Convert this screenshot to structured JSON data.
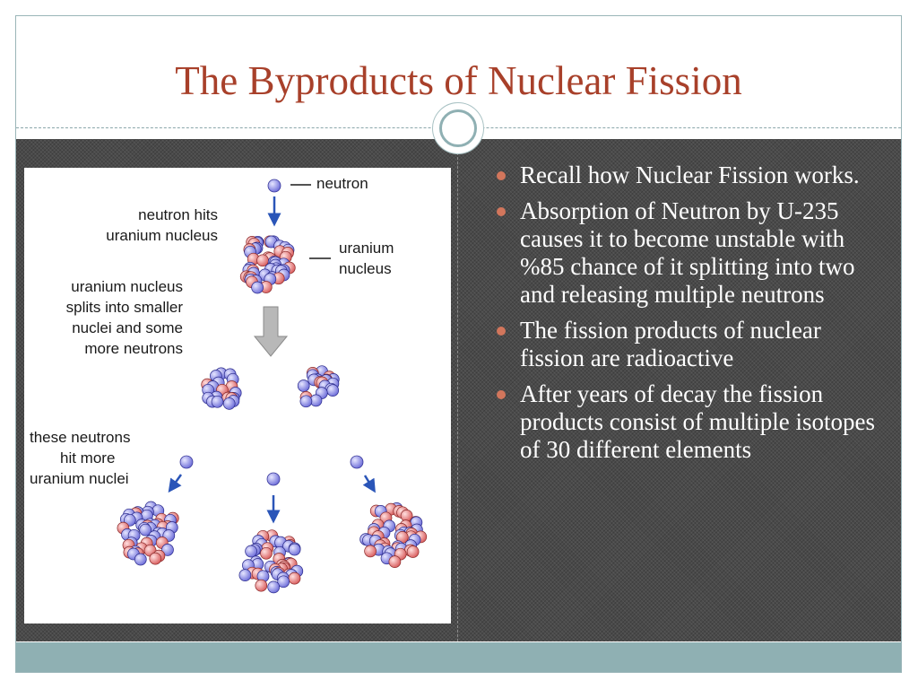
{
  "slide": {
    "title": "The Byproducts of Nuclear Fission"
  },
  "diagram": {
    "labels": {
      "neutron": "neutron",
      "neutron_hits_line1": "neutron hits",
      "neutron_hits_line2": "uranium nucleus",
      "uranium_line1": "uranium",
      "uranium_line2": "nucleus",
      "splits_line1": "uranium nucleus",
      "splits_line2": "splits into smaller",
      "splits_line3": "nuclei and some",
      "splits_line4": "more neutrons",
      "these_line1": "these neutrons",
      "these_line2": "hit more",
      "these_line3": "uranium nuclei"
    },
    "colors": {
      "neutron": "#8c8ce8",
      "proton": "#e87878",
      "arrow": "#2a55b8",
      "big_arrow": "#b0b0b0"
    }
  },
  "bullets": [
    {
      "text": "Recall how Nuclear Fission works."
    },
    {
      "text": "Absorption of Neutron by U-235 causes it to become unstable with %85 chance of it splitting into two and releasing multiple neutrons"
    },
    {
      "text": "The fission products of nuclear fission are radioactive"
    },
    {
      "text": "After years of decay the fission products consist of multiple isotopes of 30 different elements"
    }
  ],
  "theme": {
    "title_color": "#a8402a",
    "bullet_color": "#d2765c",
    "accent": "#8fb0b3"
  }
}
